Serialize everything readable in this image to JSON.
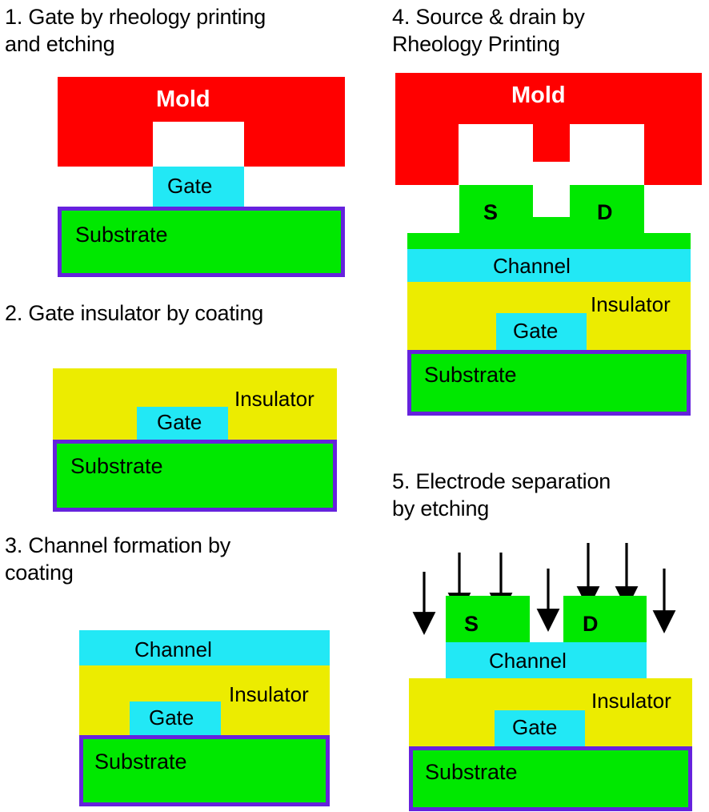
{
  "figure": {
    "title": "Rheology printing thin-film-transistor fabrication process",
    "colors": {
      "mold": "#ff0000",
      "substrate": "#00e800",
      "substrate_border": "#6622dd",
      "gate": "#22e8f5",
      "insulator": "#ecec00",
      "channel": "#22e8f5",
      "electrode": "#00e800",
      "arrow": "#000000",
      "background": "#ffffff"
    }
  },
  "steps": [
    {
      "number": "1.",
      "caption": "1. Gate by rheology printing\n    and etching",
      "labels": {
        "mold": "Mold",
        "gate": "Gate",
        "substrate": "Substrate"
      }
    },
    {
      "number": "2.",
      "caption": "2. Gate insulator by coating",
      "labels": {
        "insulator": "Insulator",
        "gate": "Gate",
        "substrate": "Substrate"
      }
    },
    {
      "number": "3.",
      "caption": "3. Channel formation by\n    coating",
      "labels": {
        "channel": "Channel",
        "insulator": "Insulator",
        "gate": "Gate",
        "substrate": "Substrate"
      }
    },
    {
      "number": "4.",
      "caption": "4. Source & drain  by\n     Rheology Printing",
      "labels": {
        "mold": "Mold",
        "source": "S",
        "drain": "D",
        "channel": "Channel",
        "insulator": "Insulator",
        "gate": "Gate",
        "substrate": "Substrate"
      }
    },
    {
      "number": "5.",
      "caption": "5. Electrode separation\n     by etching",
      "labels": {
        "source": "S",
        "drain": "D",
        "channel": "Channel",
        "insulator": "Insulator",
        "gate": "Gate",
        "substrate": "Substrate"
      },
      "etch_arrow_count": 7
    }
  ]
}
